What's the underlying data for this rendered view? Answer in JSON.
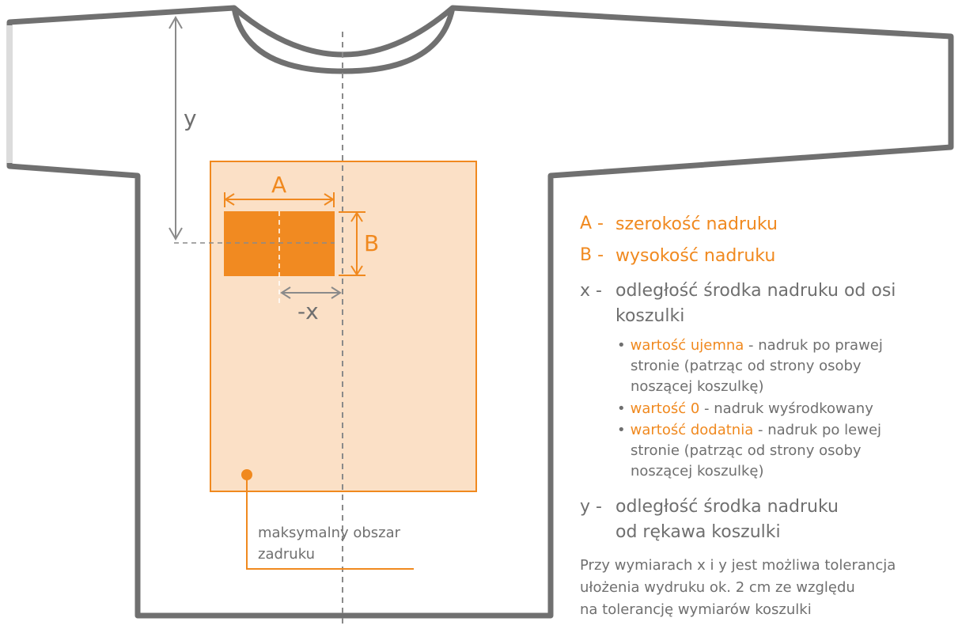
{
  "colors": {
    "outline": "#707070",
    "accent": "#f0891f",
    "area_fill": "#fbe0c6",
    "print_fill": "#f18a21",
    "text": "#6f6f6f",
    "axis": "#8a8a8a"
  },
  "dimension_labels": {
    "y": "y",
    "a": "A",
    "b": "B",
    "minus_x": "-x"
  },
  "area_label": {
    "line1": "maksymalny obszar",
    "line2": "zadruku"
  },
  "legend": {
    "a": {
      "key": "A -",
      "text": "szerokość nadruku"
    },
    "b": {
      "key": "B -",
      "text": "wysokość nadruku"
    },
    "x": {
      "key": "x -",
      "line1": "odległość środka nadruku od osi",
      "line2": "koszulki"
    },
    "bullets": [
      {
        "highlight": "wartość ujemna",
        "line1": " - nadruk po prawej",
        "line2": "stronie (patrząc od strony osoby",
        "line3": "noszącej koszulkę)"
      },
      {
        "highlight": "wartość 0",
        "line1": " - nadruk wyśrodkowany"
      },
      {
        "highlight": "wartość dodatnia",
        "line1": " - nadruk po lewej",
        "line2": "stronie (patrząc od strony osoby",
        "line3": "noszącej koszulkę)"
      }
    ],
    "y": {
      "key": "y -",
      "line1": "odległość środka nadruku",
      "line2": "od rękawa koszulki"
    }
  },
  "note": {
    "line1": "Przy wymiarach x i y jest możliwa tolerancja",
    "line2": "ułożenia wydruku ok. 2 cm ze względu",
    "line3": "na tolerancję wymiarów koszulki"
  }
}
